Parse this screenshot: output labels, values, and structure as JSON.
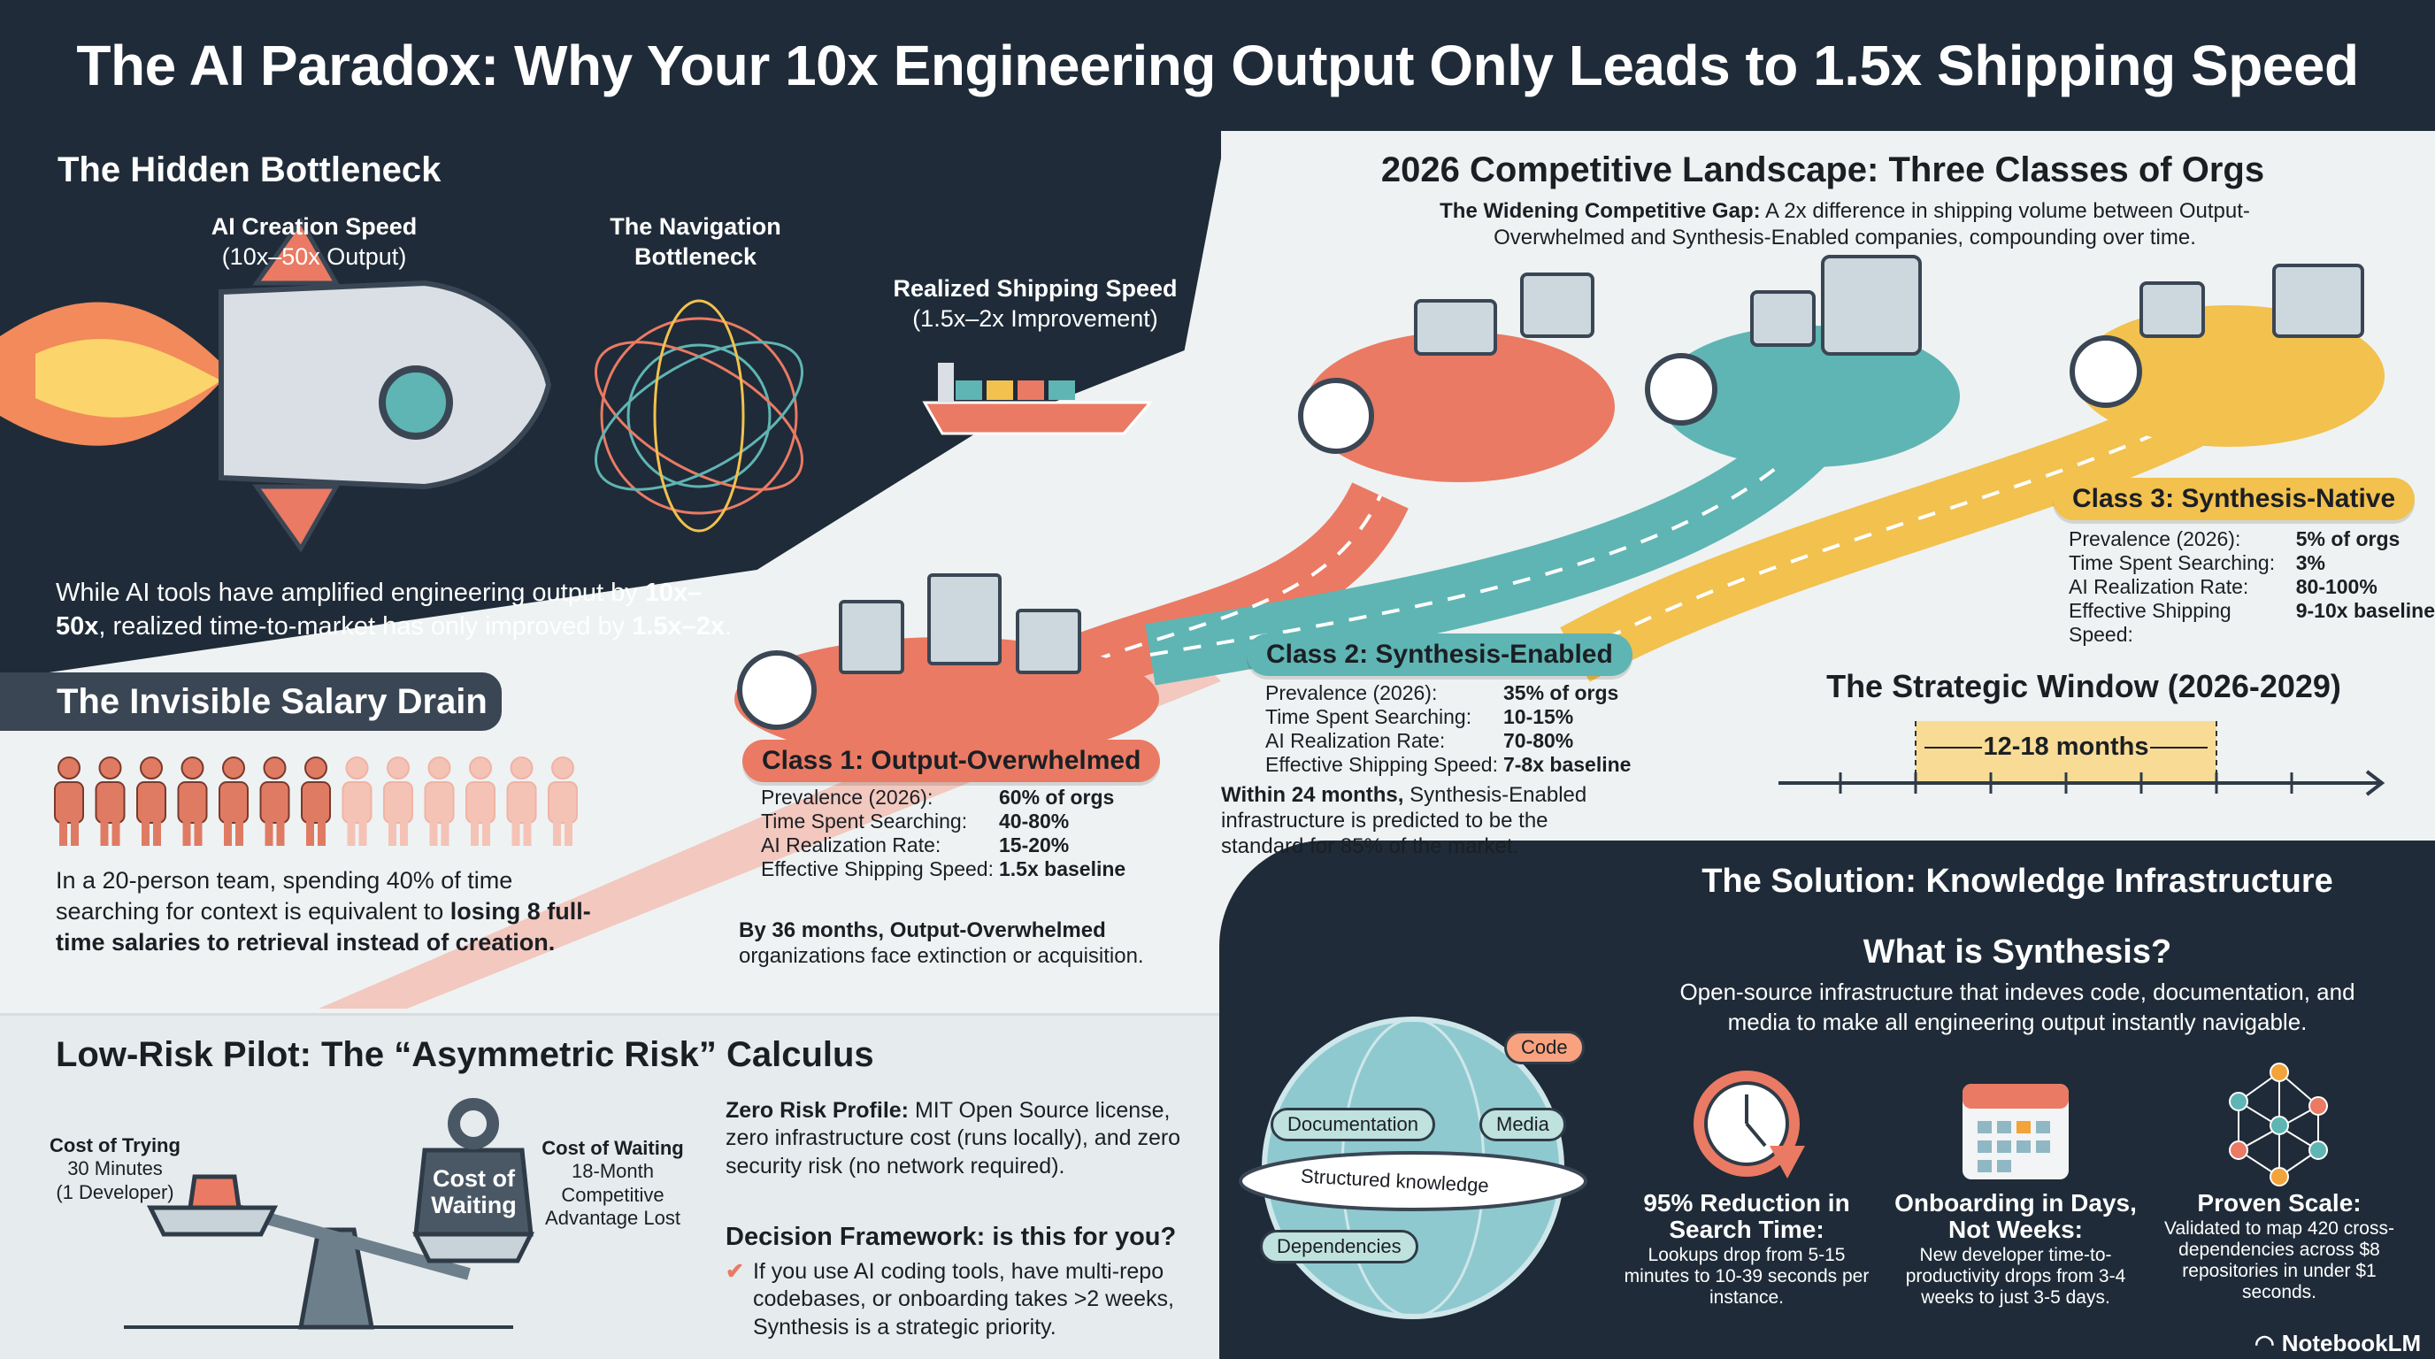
{
  "title": "The AI Paradox: Why Your 10x Engineering Output Only Leads to 1.5x Shipping Speed",
  "hidden_bottleneck": {
    "heading": "The Hidden Bottleneck",
    "creation_label": "AI Creation Speed",
    "creation_sub": "(10x–50x Output)",
    "navigation_label": "The Navigation Bottleneck",
    "shipping_label": "Realized Shipping Speed",
    "shipping_sub": "(1.5x–2x Improvement)",
    "paragraph_pre": "While AI tools have amplified engineering output by ",
    "paragraph_b1": "10x–50x",
    "paragraph_mid": ", realized time-to-market has only improved by ",
    "paragraph_b2": "1.5x–2x",
    "paragraph_end": "."
  },
  "salary_drain": {
    "heading": "The Invisible Salary Drain",
    "figures_shown": 13,
    "figures_highlighted": 7,
    "paragraph_pre": "In a 20-person team, spending 40% of time searching for context is equivalent to ",
    "paragraph_bold": "losing 8 full-time salaries to retrieval instead of creation."
  },
  "pilot": {
    "heading": "Low-Risk Pilot: The “Asymmetric Risk” Calculus",
    "trying_label": "Cost of Trying",
    "trying_value": "30 Minutes",
    "trying_note": "(1 Developer)",
    "weight_label": "Cost of Waiting",
    "waiting_label": "Cost of Waiting",
    "waiting_value": "18-Month Competitive Advantage Lost",
    "zero_risk_bold": "Zero Risk Profile:",
    "zero_risk_text": " MIT Open Source license, zero infrastructure cost (runs locally), and zero security risk (no network required).",
    "decision_heading": "Decision Framework: is this for you?",
    "decision_text": "If you use AI coding tools, have multi-repo codebases, or onboarding takes >2 weeks, Synthesis is a strategic priority."
  },
  "landscape": {
    "heading": "2026 Competitive Landscape: Three Classes of Orgs",
    "subtitle_bold": "The Widening Competitive Gap:",
    "subtitle_text": " A 2x difference in shipping volume between Output-Overwhelmed and Synthesis-Enabled companies, compounding over time.",
    "stat_labels": [
      "Prevalence (2026):",
      "Time Spent Searching:",
      "AI Realization Rate:",
      "Effective Shipping Speed:"
    ],
    "classes": [
      {
        "name": "Class 1: Output-Overwhelmed",
        "color": "#ea7a63",
        "values": [
          "60% of orgs",
          "40-80%",
          "15-20%",
          "1.5x baseline"
        ],
        "note_bold": "By 36 months, Output-Overwhelmed",
        "note_text": " organizations face extinction or acquisition."
      },
      {
        "name": "Class 2: Synthesis-Enabled",
        "color": "#5fb5b3",
        "values": [
          "35% of orgs",
          "10-15%",
          "70-80%",
          "7-8x baseline"
        ],
        "note_bold": "Within 24 months,",
        "note_text": " Synthesis-Enabled infrastructure is predicted to be the standard for 85% of the market."
      },
      {
        "name": "Class 3: Synthesis-Native",
        "color": "#f2c14e",
        "values": [
          "5% of orgs",
          "3%",
          "80-100%",
          "9-10x baseline"
        ]
      }
    ]
  },
  "window": {
    "heading": "The Strategic Window (2026-2029)",
    "span_label": "12-18 months"
  },
  "solution": {
    "heading": "The Solution: Knowledge Infrastructure",
    "subheading": "What is Synthesis?",
    "description": "Open-source infrastructure that indeves code, documentation, and media to make all engineering output instantly navigable.",
    "globe_tags": [
      "Code",
      "Documentation",
      "Media",
      "Structured knowledge",
      "Dependencies"
    ],
    "benefits": [
      {
        "icon": "clock-down-icon",
        "title": "95% Reduction in Search Time:",
        "text": "Lookups drop from 5-15 minutes to 10-39 seconds per instance."
      },
      {
        "icon": "calendar-icon",
        "title": "Onboarding in Days, Not Weeks:",
        "text": "New developer time-to-productivity drops from 3-4 weeks to just 3-5 days."
      },
      {
        "icon": "network-icon",
        "title": "Proven Scale:",
        "text": "Validated to map 420 cross-dependencies across $8 repositories in under $1 seconds."
      }
    ]
  },
  "brand": "NotebookLM",
  "colors": {
    "navy": "#1f2b38",
    "coral": "#ea7a63",
    "teal": "#5fb5b3",
    "yellow": "#f2c14e"
  }
}
